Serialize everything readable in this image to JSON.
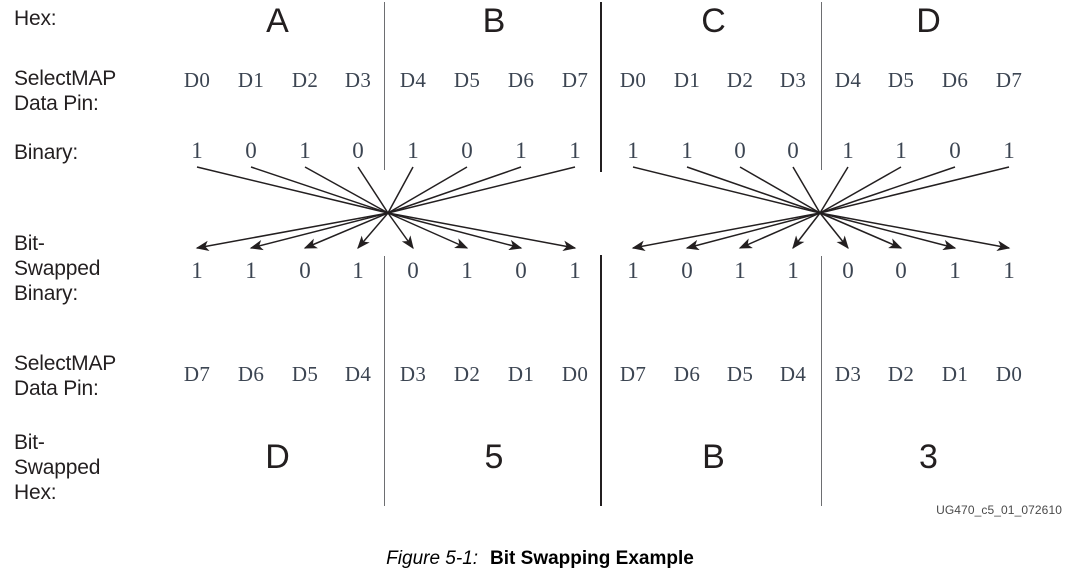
{
  "figure": {
    "id_text": "UG470_c5_01_072610",
    "caption_number": "Figure 5-1:",
    "caption_title": "Bit Swapping Example"
  },
  "labels": {
    "hex": "Hex:",
    "pin_top": "SelectMAP\nData Pin:",
    "binary": "Binary:",
    "swapped_binary": "Bit-\nSwapped\nBinary:",
    "pin_bottom": "SelectMAP\nData Pin:",
    "swapped_hex": "Bit-\nSwapped\nHex:"
  },
  "rows": {
    "hex_top": [
      "A",
      "B",
      "C",
      "D"
    ],
    "pins_top": [
      "D0",
      "D1",
      "D2",
      "D3",
      "D4",
      "D5",
      "D6",
      "D7",
      "D0",
      "D1",
      "D2",
      "D3",
      "D4",
      "D5",
      "D6",
      "D7"
    ],
    "binary": [
      "1",
      "0",
      "1",
      "0",
      "1",
      "0",
      "1",
      "1",
      "1",
      "1",
      "0",
      "0",
      "1",
      "1",
      "0",
      "1"
    ],
    "swapped_binary": [
      "1",
      "1",
      "0",
      "1",
      "0",
      "1",
      "0",
      "1",
      "1",
      "0",
      "1",
      "1",
      "0",
      "0",
      "1",
      "1"
    ],
    "pins_bottom": [
      "D7",
      "D6",
      "D5",
      "D4",
      "D3",
      "D2",
      "D1",
      "D0",
      "D7",
      "D6",
      "D5",
      "D4",
      "D3",
      "D2",
      "D1",
      "D0"
    ],
    "hex_bottom": [
      "D",
      "5",
      "B",
      "3"
    ]
  },
  "colors": {
    "text": "#231f20",
    "cell_text": "#3c4552",
    "divider": "#6d6e71",
    "divider_major": "#231f20",
    "arrow": "#231f20",
    "background": "#ffffff"
  }
}
